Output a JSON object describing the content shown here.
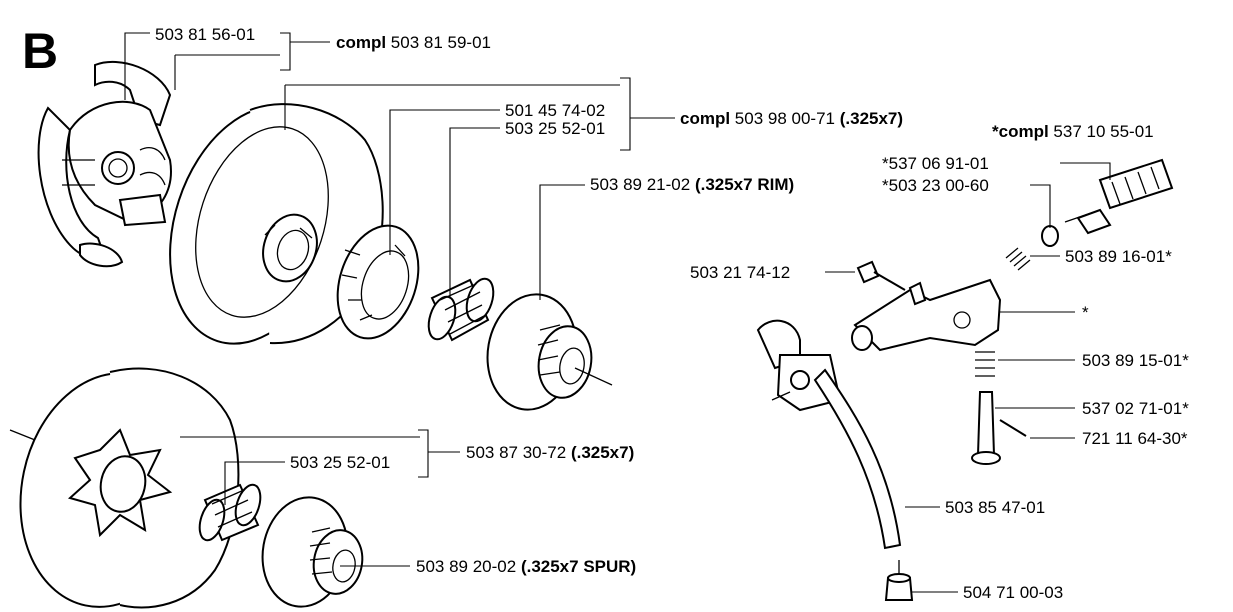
{
  "section_letter": "B",
  "labels": {
    "p1": {
      "num": "503 81 56-01"
    },
    "p1c": {
      "prefix": "compl",
      "num": "503 81 59-01"
    },
    "p2a": {
      "num": "501 45 74-02"
    },
    "p2b": {
      "num": "503 25 52-01"
    },
    "p2c": {
      "prefix": "compl",
      "num": "503 98 00-71",
      "suffix": "(.325x7)"
    },
    "p3": {
      "num": "503 89 21-02",
      "suffix": "(.325x7 RIM)"
    },
    "p4c": {
      "prefix": "*compl",
      "num": "537 10 55-01"
    },
    "p5": {
      "num": "*537 06 91-01"
    },
    "p6": {
      "num": "*503 23 00-60"
    },
    "p7": {
      "num": "503 89 16-01*"
    },
    "p8": {
      "num": "503 21 74-12"
    },
    "p9": {
      "num": "*"
    },
    "p10": {
      "num": "503 89 15-01*"
    },
    "p11": {
      "num": "537 02 71-01*"
    },
    "p12": {
      "num": "721 11 64-30*"
    },
    "p13": {
      "num": "503 85 47-01"
    },
    "p14": {
      "num": "504 71 00-03"
    },
    "p15": {
      "num": "503 87 30-72",
      "suffix": "(.325x7)"
    },
    "p16": {
      "num": "503 25 52-01"
    },
    "p17": {
      "num": "503 89 20-02",
      "suffix": "(.325x7 SPUR)"
    }
  }
}
